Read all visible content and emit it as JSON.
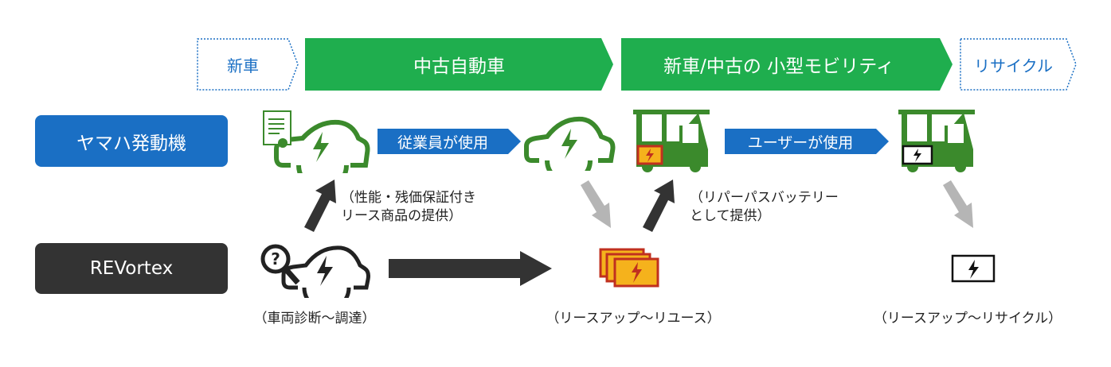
{
  "stages": [
    {
      "label": "新車",
      "style": "dotted"
    },
    {
      "label": "中古自動車",
      "style": "filled"
    },
    {
      "label": "新車/中古の 小型モビリティ",
      "style": "filled"
    },
    {
      "label": "リサイクル",
      "style": "dotted"
    }
  ],
  "entities": {
    "yamaha": "ヤマハ発動機",
    "revortex": "REVortex"
  },
  "flows": {
    "employee_use": "従業員が使用",
    "user_use": "ユーザーが使用"
  },
  "notes": {
    "lease_line1": "（性能・残価保証付き",
    "lease_line2": "リース商品の提供）",
    "repurpose_line1": "（リパーパスバッテリー",
    "repurpose_line2": "として提供）"
  },
  "captions": {
    "diagnosis": "（車両診断～調達）",
    "reuse": "（リースアップ～リユース）",
    "recycle": "（リースアップ～リサイクル）"
  },
  "colors": {
    "stage_green": "#1fae4e",
    "icon_green": "#3b8a2c",
    "blue": "#1a6fc4",
    "dark": "#333333",
    "gray_arrow": "#b5b5b5",
    "battery_orange": "#f5b21c",
    "battery_red": "#c0301f"
  }
}
